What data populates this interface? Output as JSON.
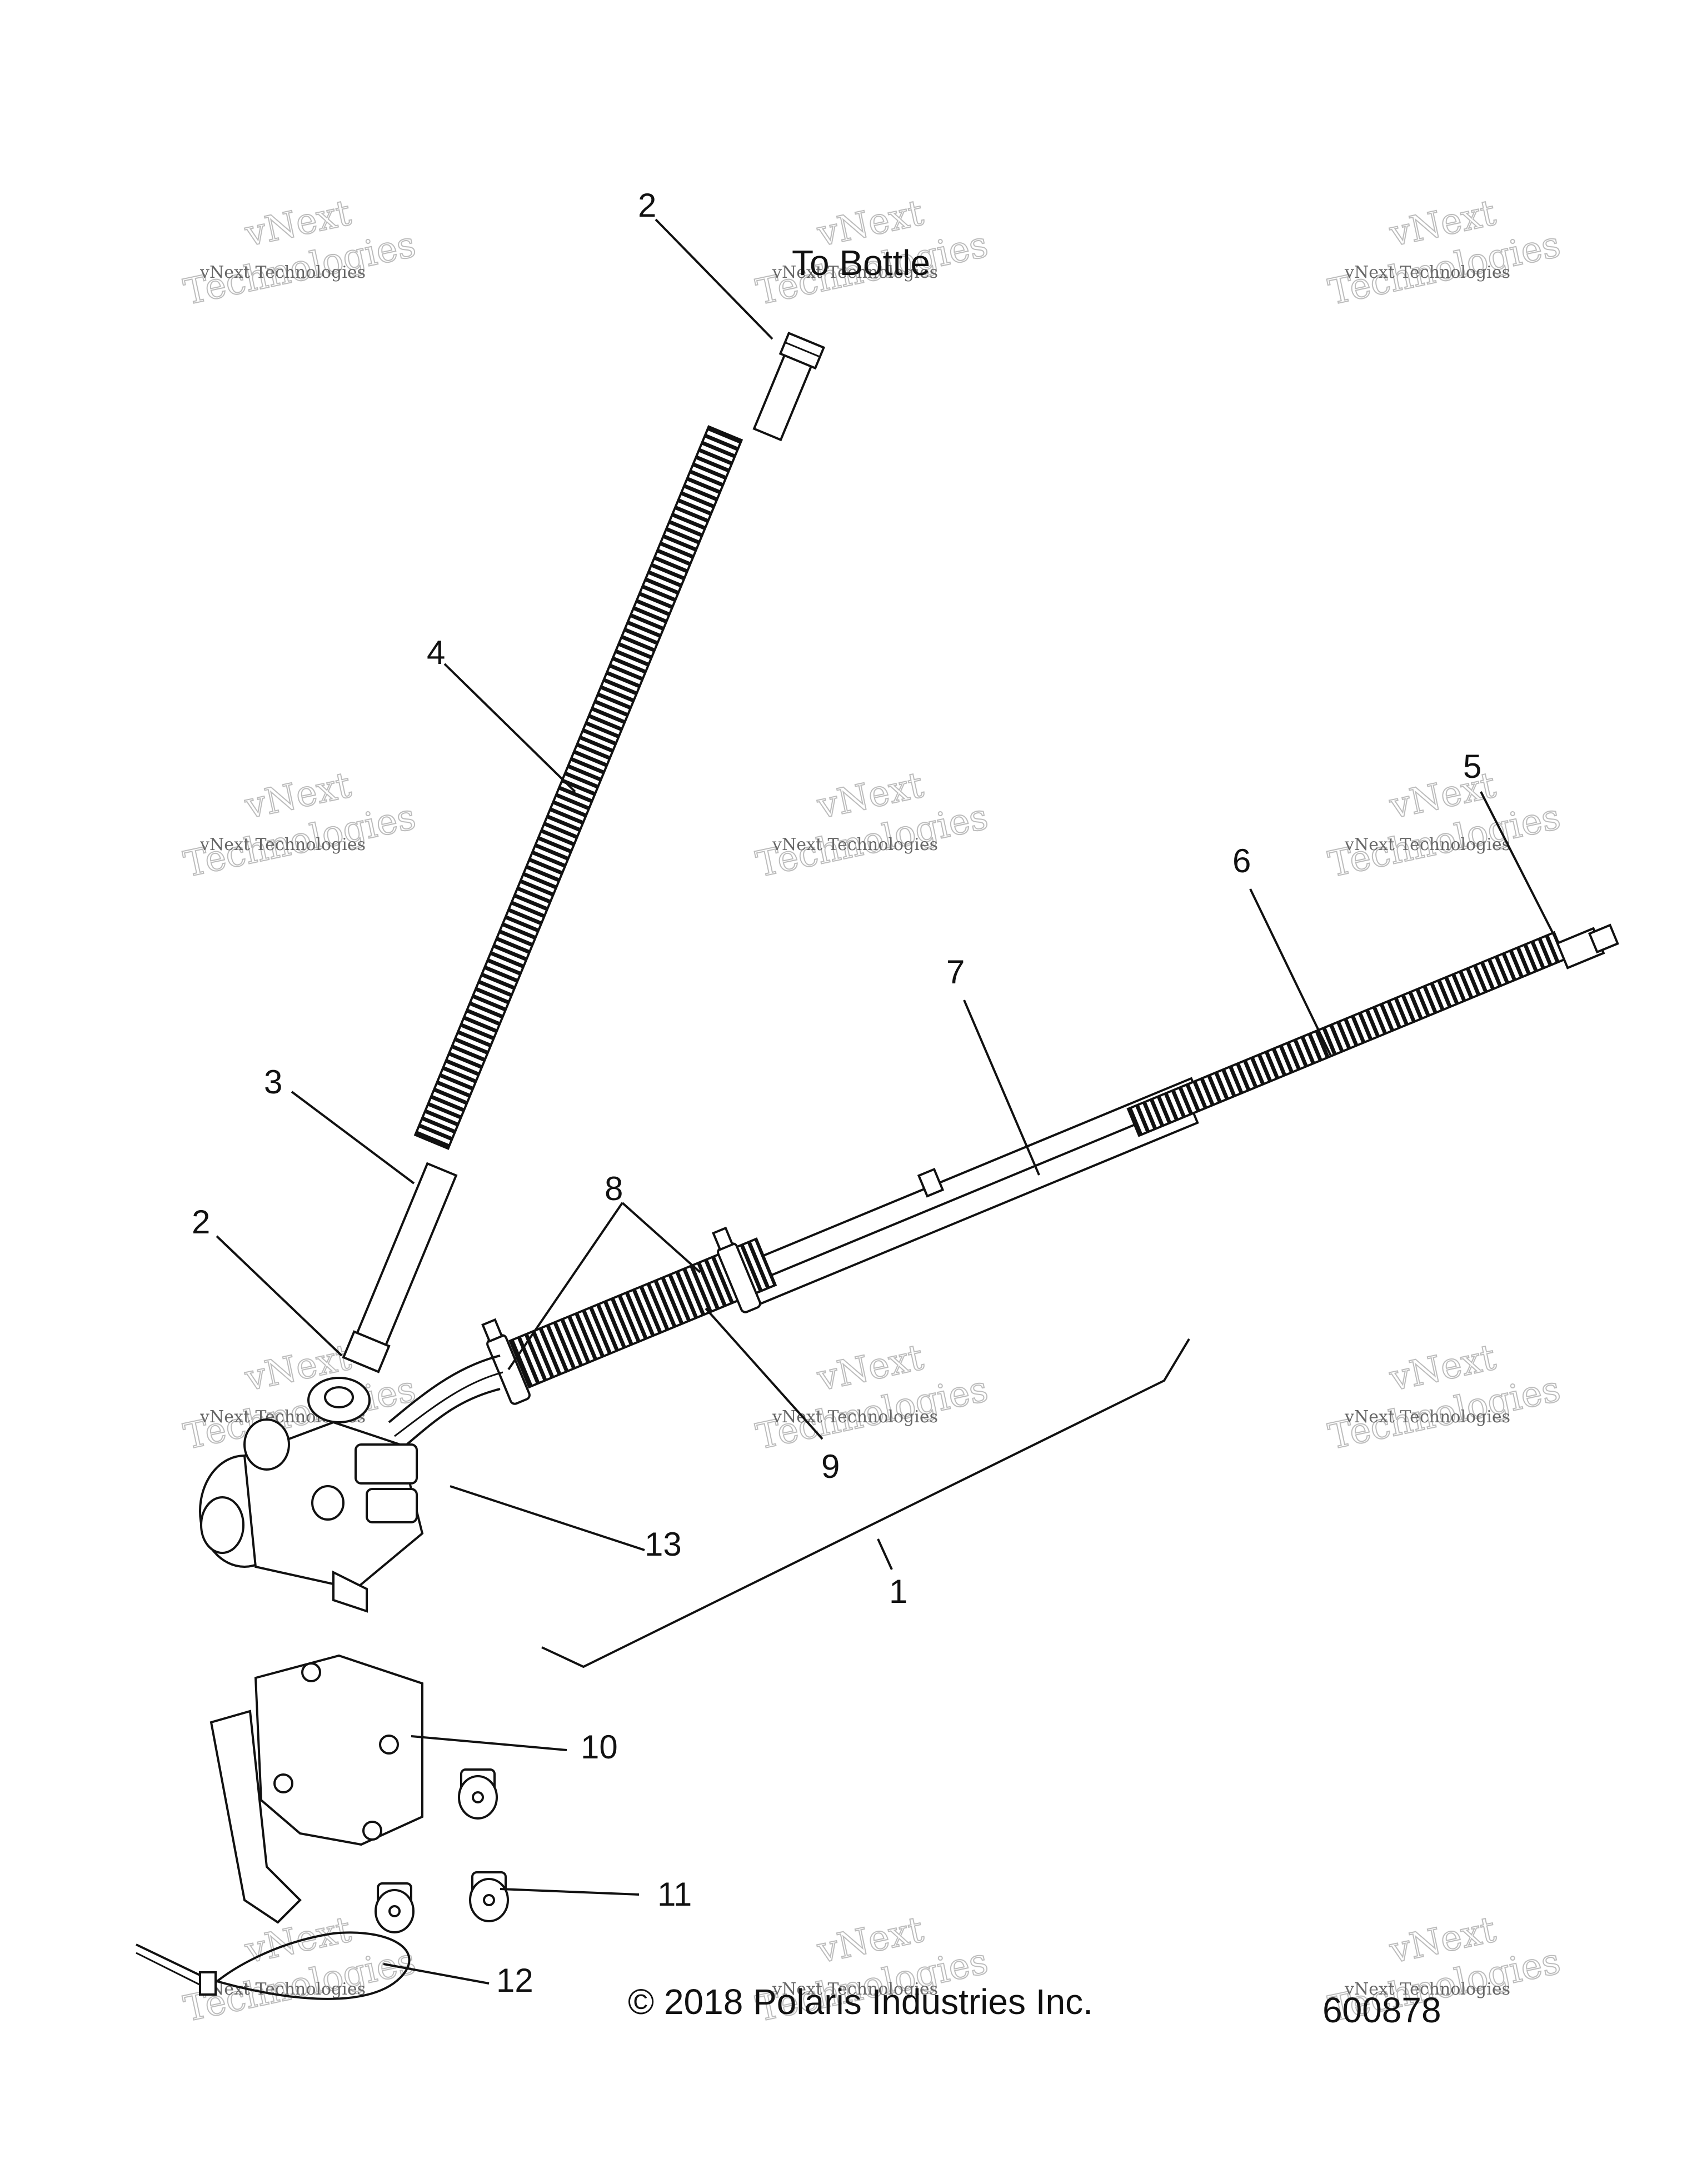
{
  "labels": {
    "to_bottle": "To Bottle",
    "copyright": "© 2018 Polaris Industries Inc.",
    "figure_number": "600878"
  },
  "watermark": {
    "line1": "vNext Technologies",
    "line2": "vNext",
    "line3": "Technologies"
  },
  "callouts": {
    "c1": "1",
    "c2_top": "2",
    "c2_lower": "2",
    "c3": "3",
    "c4": "4",
    "c5": "5",
    "c6": "6",
    "c7": "7",
    "c8": "8",
    "c9": "9",
    "c10": "10",
    "c11": "11",
    "c12": "12",
    "c13": "13"
  }
}
